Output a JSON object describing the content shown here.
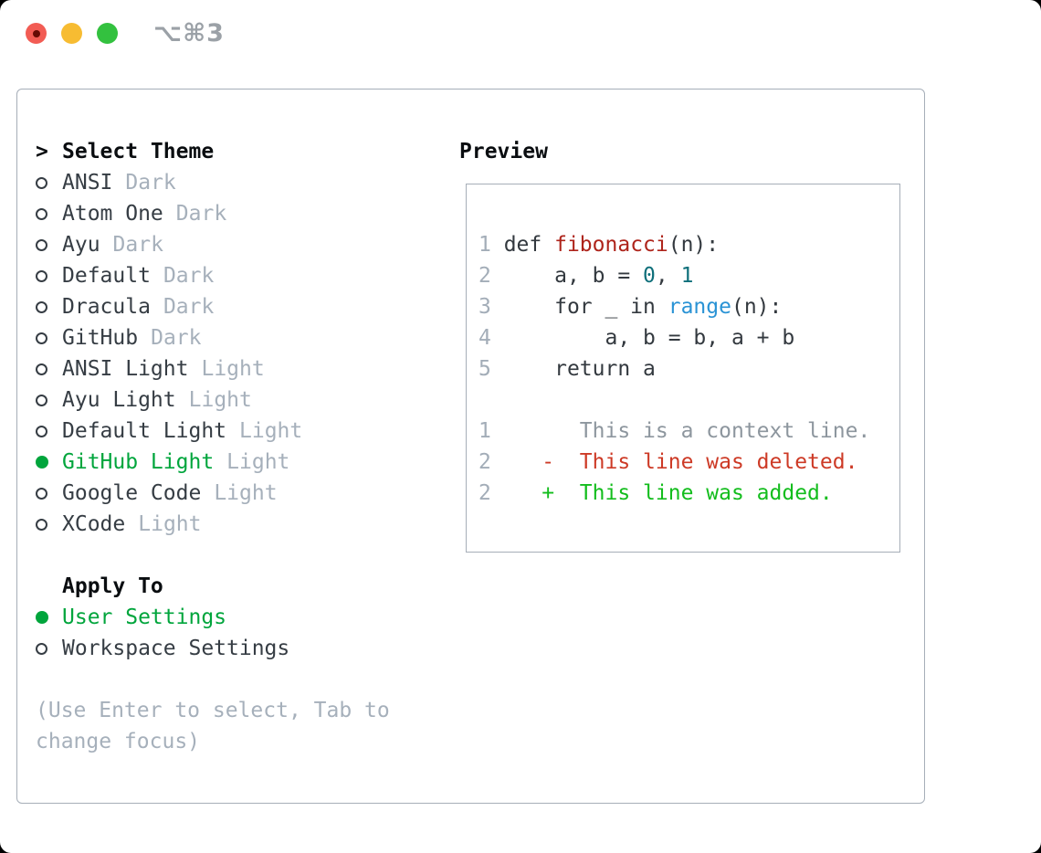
{
  "titlebar": {
    "title": "⌥⌘3"
  },
  "theme_panel": {
    "header": "Select Theme",
    "header_marker": ">",
    "themes": [
      {
        "label": "ANSI",
        "tag": "Dark",
        "selected": false
      },
      {
        "label": "Atom One",
        "tag": "Dark",
        "selected": false
      },
      {
        "label": "Ayu",
        "tag": "Dark",
        "selected": false
      },
      {
        "label": "Default",
        "tag": "Dark",
        "selected": false
      },
      {
        "label": "Dracula",
        "tag": "Dark",
        "selected": false
      },
      {
        "label": "GitHub",
        "tag": "Dark",
        "selected": false
      },
      {
        "label": "ANSI Light",
        "tag": "Light",
        "selected": false
      },
      {
        "label": "Ayu Light",
        "tag": "Light",
        "selected": false
      },
      {
        "label": "Default Light",
        "tag": "Light",
        "selected": false
      },
      {
        "label": "GitHub Light",
        "tag": "Light",
        "selected": true
      },
      {
        "label": "Google Code",
        "tag": "Light",
        "selected": false
      },
      {
        "label": "XCode",
        "tag": "Light",
        "selected": false
      }
    ],
    "apply_to": {
      "header": "Apply To",
      "options": [
        {
          "label": "User Settings",
          "selected": true
        },
        {
          "label": "Workspace Settings",
          "selected": false
        }
      ]
    },
    "hint": "(Use Enter to select, Tab to change focus)"
  },
  "preview": {
    "title": "Preview",
    "code_lines": [
      {
        "num": "1",
        "segments": [
          " def ",
          "fibonacci",
          "(n):"
        ]
      },
      {
        "num": "2",
        "segments": [
          "     a, b = ",
          "0",
          ", ",
          "1"
        ]
      },
      {
        "num": "3",
        "segments": [
          "     for _ in ",
          "range",
          "(n):"
        ]
      },
      {
        "num": "4",
        "segments": [
          "         a, b = b, a + b"
        ]
      },
      {
        "num": "5",
        "segments": [
          "     return a"
        ]
      }
    ],
    "diff_lines": [
      {
        "num": "1",
        "marker": "       ",
        "text": "This is a context line.",
        "type": "context"
      },
      {
        "num": "2",
        "marker": "    -  ",
        "text": "This line was deleted.",
        "type": "deleted"
      },
      {
        "num": "2",
        "marker": "    +  ",
        "text": "This line was added.",
        "type": "added"
      }
    ]
  },
  "colors": {
    "page_bg": "#000000",
    "window_bg": "#ffffff",
    "panel_border": "#a6aeb8",
    "header_text": "#0a0d10",
    "item_text": "#363d44",
    "muted_gray": "#a6b0bb",
    "accent_green": "#00a53c",
    "added_green": "#13bd1d",
    "deleted_red": "#cd3a26",
    "function_red": "#ae241b",
    "number_teal": "#0e6f7a",
    "builtin_blue": "#2a93d5",
    "code_text": "#33393f",
    "line_number_gray": "#a3adb8",
    "context_gray": "#8d969e",
    "titlebar_gray": "#9ba1a7",
    "traffic_red": "#f25c54",
    "traffic_red_dot": "#660b04",
    "traffic_yellow": "#f7bc32",
    "traffic_green": "#33c13f"
  }
}
